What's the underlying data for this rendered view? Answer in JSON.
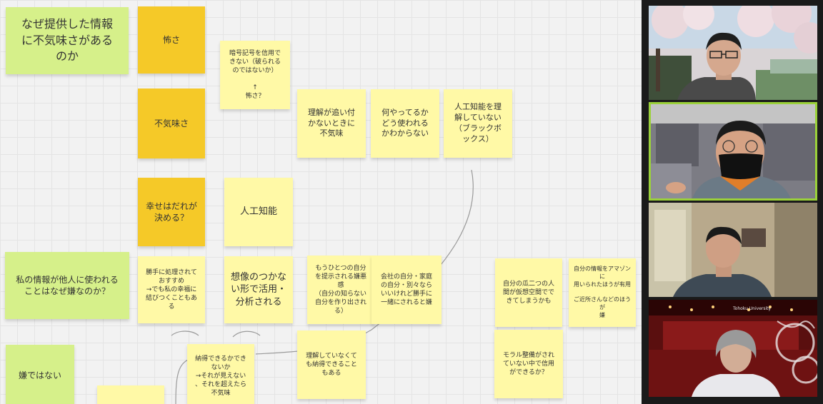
{
  "board": {
    "notes": {
      "n1": "なぜ提供した情報\nに不気味さがある\nのか",
      "n2": "怖さ",
      "n3": "暗号記号を信用で\nきない（破られる\nのではないか）\n\n↑\n怖さ？",
      "n4": "不気味さ",
      "n5": "理解が追い付\nかないときに\n不気味",
      "n6": "何やってるか\nどう使われる\nかわからない",
      "n7": "人工知能を理\n解していない\n（ブラックボ\nックス）",
      "n8": "幸せはだれが\n決める？",
      "n9": "人工知能",
      "n10": "私の情報が他人に使われる\nことはなぜ嫌なのか？",
      "n11": "勝手に処理されて\nおすすめ\n→でも私の幸福に\n結びつくこともあ\nる",
      "n12": "想像のつかな\nい形で活用・\n分析される",
      "n13": "もうひとつの自分\nを提示される嫌悪\n感\n（自分の知らない\n自分を作り出され\nる）",
      "n14": "会社の自分・家庭\nの自分・別々なら\nいいけれど勝手に\n一緒にされると嫌",
      "n15": "自分の瓜二つの人\n間が仮想空間でで\nきてしまうかも",
      "n16": "自分の情報をアマゾンに\n用いられたほうが有用\n\nご近所さんなどのほうが\n嫌",
      "n17": "嫌ではない",
      "n18": "納得できるかでき\nないか\n→それが見えない\n、それを超えたら\n不気味",
      "n19": "理解していなくて\nも納得できること\nもある",
      "n20": "モラル整備がされ\nていない中で信用\nができるか？",
      "n21": ""
    }
  },
  "video": {
    "tile4_caption": "Tohoku University"
  },
  "colors": {
    "sticky_yellow": "#fff9a6",
    "sticky_orange": "#f5c928",
    "sticky_green": "#d6f08a",
    "active_speaker_border": "#9bd13a"
  }
}
